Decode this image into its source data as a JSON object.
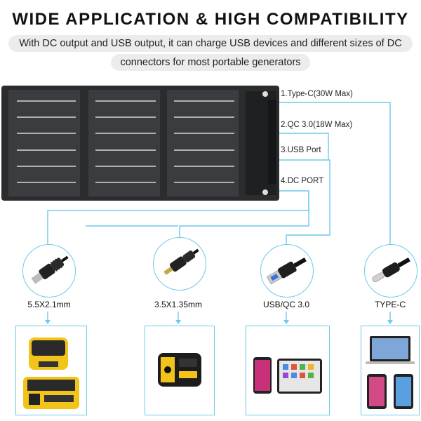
{
  "heading": "WIDE APPLICATION & HIGH COMPATIBILITY",
  "subtitle_line1": "With DC output and USB output, it can charge USB devices and different sizes of DC",
  "subtitle_line2": "connectors for most portable generators",
  "ports": [
    {
      "label": "1.Type-C(30W Max)"
    },
    {
      "label": "2.QC 3.0(18W Max)"
    },
    {
      "label": "3.USB Port"
    },
    {
      "label": "4.DC PORT"
    }
  ],
  "connectors": [
    {
      "label": "5.5X2.1mm",
      "icon": "dc-barrel-plug-icon"
    },
    {
      "label": "3.5X1.35mm",
      "icon": "dc-barrel-plug-icon"
    },
    {
      "label": "USB/QC 3.0",
      "icon": "usb-plug-icon"
    },
    {
      "label": "TYPE-C",
      "icon": "type-c-plug-icon"
    }
  ],
  "colors": {
    "accent": "#6ec9ea",
    "panel": "#2a2c2e",
    "device_yellow": "#f2c41a"
  }
}
